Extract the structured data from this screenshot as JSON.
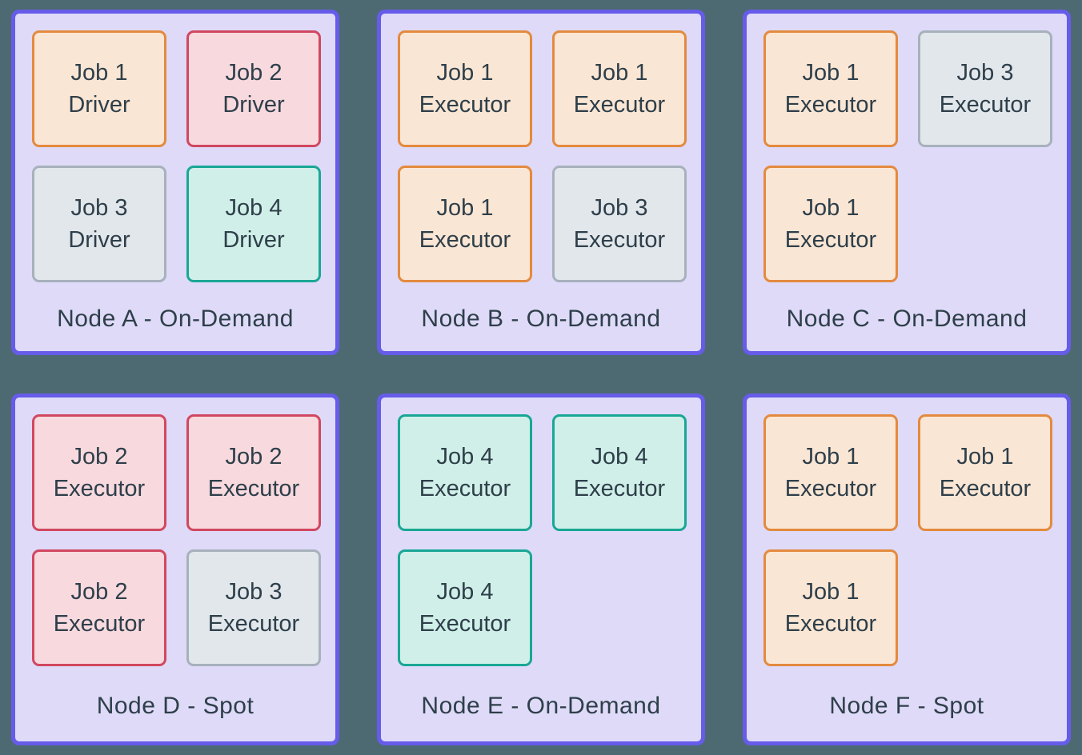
{
  "colors": {
    "background": "#4D6A72",
    "node_border": "#665CE9",
    "node_fill": "#DEDAF8",
    "text": "#2E3F4A",
    "job_types": {
      "job1": {
        "border": "#E48A3E",
        "fill": "#FAE6D4"
      },
      "job2": {
        "border": "#D24760",
        "fill": "#F7D9DE"
      },
      "job3": {
        "border": "#A7B1BC",
        "fill": "#E2E7EB"
      },
      "job4": {
        "border": "#19A795",
        "fill": "#D0EFE8"
      }
    }
  },
  "nodes": [
    {
      "id": "a",
      "label": "Node A - On-Demand",
      "jobs": [
        {
          "line1": "Job 1",
          "line2": "Driver",
          "type": "job1"
        },
        {
          "line1": "Job 2",
          "line2": "Driver",
          "type": "job2"
        },
        {
          "line1": "Job 3",
          "line2": "Driver",
          "type": "job3"
        },
        {
          "line1": "Job 4",
          "line2": "Driver",
          "type": "job4"
        }
      ]
    },
    {
      "id": "b",
      "label": "Node B - On-Demand",
      "jobs": [
        {
          "line1": "Job 1",
          "line2": "Executor",
          "type": "job1"
        },
        {
          "line1": "Job 1",
          "line2": "Executor",
          "type": "job1"
        },
        {
          "line1": "Job 1",
          "line2": "Executor",
          "type": "job1"
        },
        {
          "line1": "Job 3",
          "line2": "Executor",
          "type": "job3"
        }
      ]
    },
    {
      "id": "c",
      "label": "Node C - On-Demand",
      "jobs": [
        {
          "line1": "Job 1",
          "line2": "Executor",
          "type": "job1"
        },
        {
          "line1": "Job 3",
          "line2": "Executor",
          "type": "job3"
        },
        {
          "line1": "Job 1",
          "line2": "Executor",
          "type": "job1"
        }
      ]
    },
    {
      "id": "d",
      "label": "Node D - Spot",
      "jobs": [
        {
          "line1": "Job 2",
          "line2": "Executor",
          "type": "job2"
        },
        {
          "line1": "Job 2",
          "line2": "Executor",
          "type": "job2"
        },
        {
          "line1": "Job 2",
          "line2": "Executor",
          "type": "job2"
        },
        {
          "line1": "Job 3",
          "line2": "Executor",
          "type": "job3"
        }
      ]
    },
    {
      "id": "e",
      "label": "Node E - On-Demand",
      "jobs": [
        {
          "line1": "Job 4",
          "line2": "Executor",
          "type": "job4"
        },
        {
          "line1": "Job 4",
          "line2": "Executor",
          "type": "job4"
        },
        {
          "line1": "Job 4",
          "line2": "Executor",
          "type": "job4"
        }
      ]
    },
    {
      "id": "f",
      "label": "Node F - Spot",
      "jobs": [
        {
          "line1": "Job 1",
          "line2": "Executor",
          "type": "job1"
        },
        {
          "line1": "Job 1",
          "line2": "Executor",
          "type": "job1"
        },
        {
          "line1": "Job 1",
          "line2": "Executor",
          "type": "job1"
        }
      ]
    }
  ]
}
